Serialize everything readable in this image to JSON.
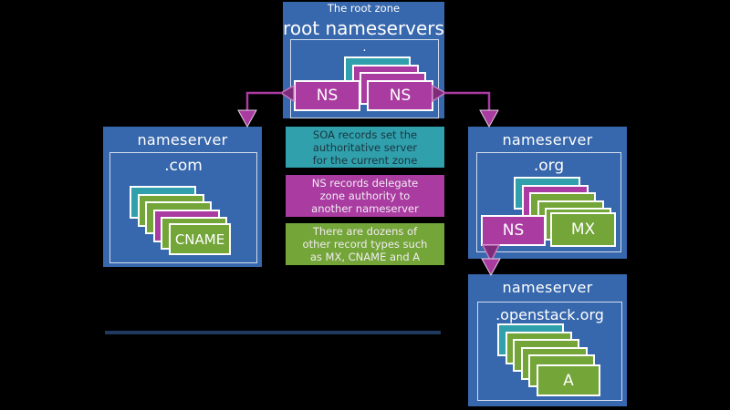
{
  "colors": {
    "background": "#000000",
    "blue": "#3767ac",
    "teal": "#2fa0ac",
    "magenta": "#a93ba1",
    "green": "#73a538",
    "divider": "#1f3a5e",
    "legend_dark_text": "#1b3640"
  },
  "root_zone": {
    "header": "The root zone",
    "title": "root nameservers",
    "zone_label": ".",
    "stack": [
      "teal",
      "magenta",
      "magenta"
    ],
    "cards": [
      {
        "label": "NS"
      },
      {
        "label": "NS"
      }
    ]
  },
  "com_nameserver": {
    "title": "nameserver",
    "zone_label": ".com",
    "stack": [
      "teal",
      "green",
      "green",
      "magenta",
      "green"
    ],
    "front_card": {
      "label": "CNAME",
      "color": "green"
    }
  },
  "org_nameserver": {
    "title": "nameserver",
    "zone_label": ".org",
    "stack": [
      "teal",
      "magenta",
      "green",
      "green",
      "green"
    ],
    "cards": [
      {
        "label": "NS",
        "color": "magenta"
      },
      {
        "label": "MX",
        "color": "green"
      }
    ]
  },
  "openstack_nameserver": {
    "title": "nameserver",
    "zone_label": ".openstack.org",
    "stack": [
      "teal",
      "green",
      "green",
      "green",
      "green"
    ],
    "front_card": {
      "label": "A",
      "color": "green"
    }
  },
  "legend": {
    "soa": {
      "color": "teal",
      "lines": [
        "SOA records set the",
        "authoritative server",
        "for the current zone"
      ]
    },
    "ns": {
      "color": "magenta",
      "lines": [
        "NS records delegate",
        "zone authority to",
        "another nameserver"
      ]
    },
    "other": {
      "color": "green",
      "lines": [
        "There are dozens of",
        "other record types such",
        "as MX, CNAME and A"
      ]
    }
  }
}
